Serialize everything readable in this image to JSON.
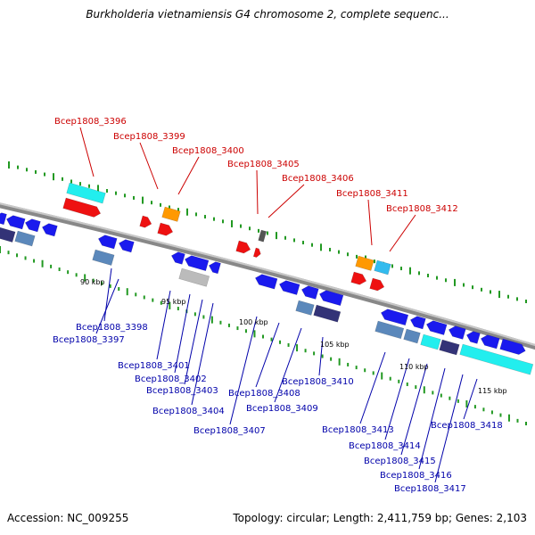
{
  "title": "Burkholderia vietnamiensis G4 chromosome 2, complete sequenc...",
  "footer": {
    "accession": "Accession: NC_009255",
    "summary": "Topology: circular; Length: 2,411,759 bp; Genes: 2,103"
  },
  "colors": {
    "label_top": "#cc0000",
    "label_bottom": "#0000aa",
    "backbone": "#8a8a8a",
    "tick": "#229922",
    "blue": "#1a1aee",
    "red": "#ee1111",
    "orange": "#ff9900",
    "cyan": "#22eeee",
    "steel": "#5b88bb",
    "slate": "#333377",
    "gray": "#bbbbbb",
    "darkgray": "#555555",
    "skyblue": "#33bbee"
  },
  "scale_labels": [
    "90 kbp",
    "95 kbp",
    "100 kbp",
    "105 kbp",
    "110 kbp",
    "115 kbp"
  ],
  "top_labels": [
    "Bcep1808_3396",
    "Bcep1808_3399",
    "Bcep1808_3400",
    "Bcep1808_3405",
    "Bcep1808_3406",
    "Bcep1808_3411",
    "Bcep1808_3412"
  ],
  "bottom_labels": [
    "Bcep1808_3398",
    "Bcep1808_3397",
    "Bcep1808_3401",
    "Bcep1808_3402",
    "Bcep1808_3403",
    "Bcep1808_3404",
    "Bcep1808_3407",
    "Bcep1808_3408",
    "Bcep1808_3409",
    "Bcep1808_3410",
    "Bcep1808_3413",
    "Bcep1808_3414",
    "Bcep1808_3415",
    "Bcep1808_3416",
    "Bcep1808_3417",
    "Bcep1808_3418"
  ]
}
